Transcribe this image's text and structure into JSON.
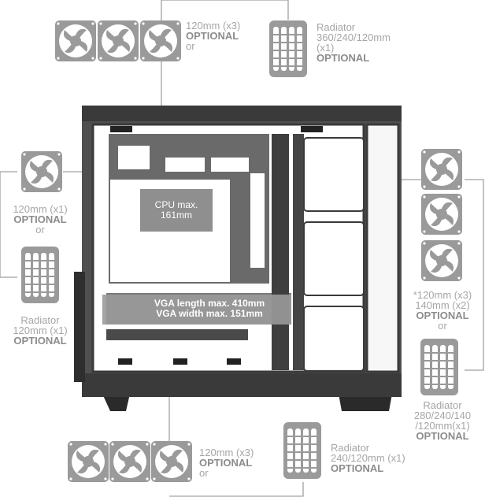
{
  "top_fans": {
    "size": "120mm (x3)",
    "optional": "OPTIONAL",
    "or": "or"
  },
  "top_radiator": {
    "name": "Radiator",
    "sizes": "360/240/120mm",
    "count": "(x1)",
    "optional": "OPTIONAL"
  },
  "rear_fan": {
    "size": "120mm (x1)",
    "optional": "OPTIONAL",
    "or": "or"
  },
  "rear_radiator": {
    "name": "Radiator",
    "size": "120mm (x1)",
    "optional": "OPTIONAL"
  },
  "front_fans": {
    "size": "*120mm (x3)",
    "size2": "140mm (x2)",
    "optional": "OPTIONAL",
    "or": "or"
  },
  "front_radiator": {
    "name": "Radiator",
    "sizes": "280/240/140",
    "sizes2": "/120mm(x1)",
    "optional": "OPTIONAL"
  },
  "bottom_fans": {
    "size": "120mm (x3)",
    "optional": "OPTIONAL",
    "or": "or"
  },
  "bottom_radiator": {
    "name": "Radiator",
    "size": "240/120mm (x1)",
    "optional": "OPTIONAL"
  },
  "cpu": {
    "line1": "CPU max.",
    "line2": "161mm"
  },
  "vga": {
    "line1": "VGA length max. 410mm",
    "line2": "VGA width max. 151mm"
  },
  "colors": {
    "fan": "#9a9a9a",
    "text": "#a6a6a6",
    "optional": "#8c8c8c",
    "case": "#3a3a3a",
    "line": "#a0a0a0"
  }
}
